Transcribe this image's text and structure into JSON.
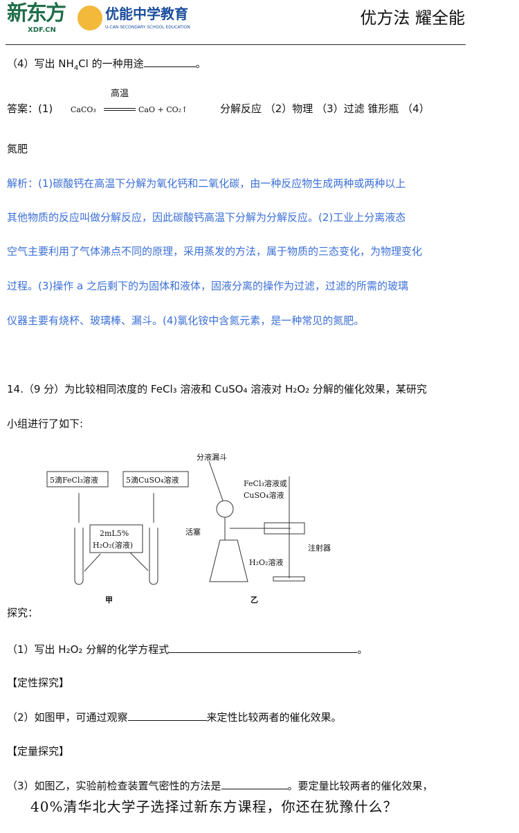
{
  "header": {
    "logo_brand": "新东方",
    "logo_domain": "XDF.CN",
    "logo_sub": "优能中学教育",
    "logo_sub_en": "U-CAN SECONDARY SCHOOL EDUCATION",
    "slogan": "优方法 耀全能"
  },
  "q4": {
    "prefix": "（4）写出 NH",
    "sub": "4",
    "suffix": "Cl 的一种用途",
    "end": "。"
  },
  "answer": {
    "label": "答案：(1)",
    "eq_left": "CaCO₃",
    "eq_cond": "高温",
    "eq_right": "CaO + CO₂↑",
    "rest": "分解反应 （2）物理 （3）过滤 锥形瓶 （4）",
    "last": "氮肥"
  },
  "analysis": [
    "解析：(1)碳酸钙在高温下分解为氧化钙和二氧化碳，由一种反应物生成两种或两种以上",
    "其他物质的反应叫做分解反应，因此碳酸钙高温下分解为分解反应。(2)工业上分离液态",
    "空气主要利用了气体沸点不同的原理，采用蒸发的方法，属于物质的三态变化，为物理变化",
    "过程。(3)操作 a 之后剩下的为固体和液体，固液分离的操作为过滤，过滤的所需的玻璃",
    "仪器主要有烧杯、玻璃棒、漏斗。(4)氯化铵中含氮元素，是一种常见的氮肥。"
  ],
  "q14": {
    "line1": "14.（9 分）为比较相同浓度的 FeCl₃ 溶液和 CuSO₄ 溶液对 H₂O₂ 分解的催化效果，某研究",
    "line2": "小组进行了如下:"
  },
  "figure": {
    "label_fecl3": "5滴FeCl₃溶液",
    "label_cuso4": "5滴CuSO₄溶液",
    "label_h2o2_1": "2mL5%",
    "label_h2o2_2": "H₂O₂(溶液)",
    "caption_a": "甲",
    "funnel": "分液漏斗",
    "solution_1": "FeCl₃溶液或",
    "solution_2": "CuSO₄溶液",
    "stopcock": "活塞",
    "syringe": "注射器",
    "flask_solution": "H₂O₂溶液",
    "caption_b": "乙"
  },
  "explore": "探究：",
  "q1": {
    "text": "（1）写出 H₂O₂ 分解的化学方程式",
    "end": "。"
  },
  "qualitative": "【定性探究】",
  "q2": {
    "text": "（2）如图甲，可通过观察",
    "end": "来定性比较两者的催化效果。"
  },
  "quantitative": "【定量探究】",
  "q3": {
    "text": "（3）如图乙，实验前检查装置气密性的方法是",
    "end": "。要定量比较两者的催化效果，"
  },
  "footer": "40%清华北大学子选择过新东方课程，你还在犹豫什么？"
}
